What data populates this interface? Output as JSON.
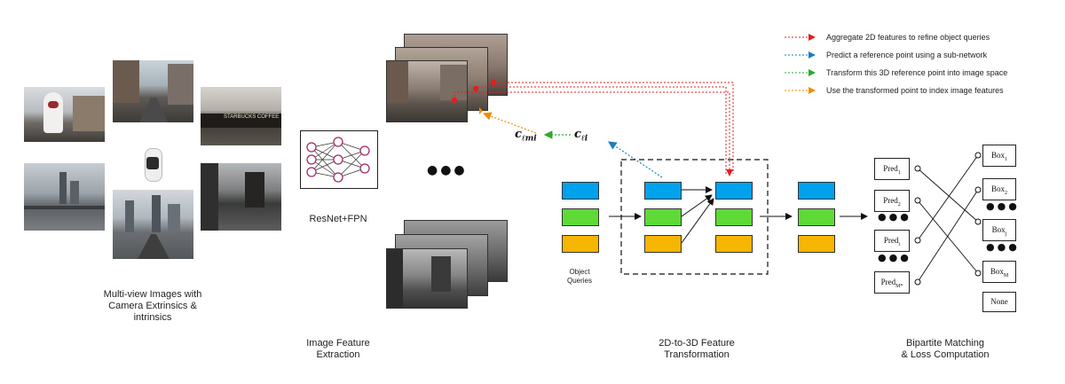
{
  "legend": [
    {
      "text": "Aggregate 2D features to refine object queries",
      "color": "#e02020"
    },
    {
      "text": "Predict a reference point using a sub-network",
      "color": "#1a7fbf"
    },
    {
      "text": "Transform this 3D reference point into image space",
      "color": "#2ea82e"
    },
    {
      "text": "Use the transformed point to index image features",
      "color": "#f08c00"
    }
  ],
  "captions": {
    "multiview": [
      "Multi-view Images with",
      "Camera Extrinsics &",
      "intrinsics"
    ],
    "resnet": "ResNet+FPN",
    "feature_extraction": [
      "Image Feature",
      "Extraction"
    ],
    "object_queries": [
      "Object",
      "Queries"
    ],
    "transform": [
      "2D-to-3D Feature",
      "Transformation"
    ],
    "matching": [
      "Bipartite Matching",
      "& Loss Computation"
    ]
  },
  "math": {
    "c_lmi": "c",
    "c_lmi_sub": "ℓmi",
    "c_li": "c",
    "c_li_sub": "ℓi"
  },
  "preds": [
    {
      "base": "Pred",
      "sub": "1"
    },
    {
      "base": "Pred",
      "sub": "2"
    },
    {
      "base": "Pred",
      "sub": "i"
    },
    {
      "base": "Pred",
      "sub": "M*"
    }
  ],
  "boxes": [
    {
      "base": "Box",
      "sub": "1"
    },
    {
      "base": "Box",
      "sub": "2"
    },
    {
      "base": "Box",
      "sub": "j"
    },
    {
      "base": "Box",
      "sub": "M"
    }
  ],
  "none_label": "None",
  "ellipsis": "●●●",
  "storefront_sign": "STARBUCKS COFFEE"
}
